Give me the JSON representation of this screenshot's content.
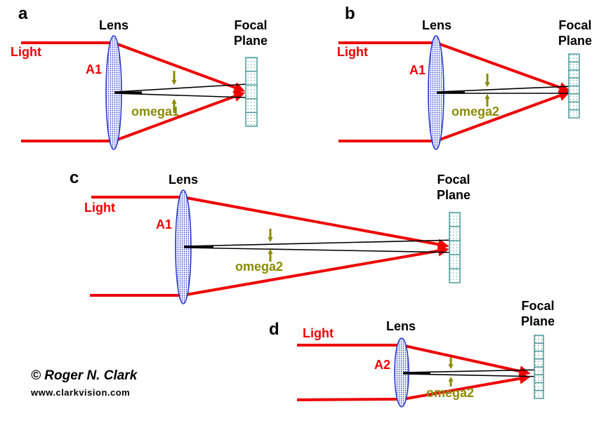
{
  "colors": {
    "ray-red": "#ee0000",
    "label-red": "#ee0000",
    "olive": "#8b8b00",
    "lens-blue": "#2233cc",
    "plane-teal": "#4d9b9b",
    "background": "#ffffff"
  },
  "credit": {
    "line1": "© Roger N. Clark",
    "line2": "www.clarkvision.com"
  },
  "panels": [
    {
      "letter": "a",
      "lens_label": "Lens",
      "focal_plane_label": "Focal\nPlane",
      "light_label": "Light",
      "aperture_label": "A1",
      "angle_label": "omega1"
    },
    {
      "letter": "b",
      "lens_label": "Lens",
      "focal_plane_label": "Focal\nPlane",
      "light_label": "Light",
      "aperture_label": "A1",
      "angle_label": "omega2"
    },
    {
      "letter": "c",
      "lens_label": "Lens",
      "focal_plane_label": "Focal\nPlane",
      "light_label": "Light",
      "aperture_label": "A1",
      "angle_label": "omega2"
    },
    {
      "letter": "d",
      "lens_label": "Lens",
      "focal_plane_label": "Focal\nPlane",
      "light_label": "Light",
      "aperture_label": "A2",
      "angle_label": "omega2"
    }
  ]
}
